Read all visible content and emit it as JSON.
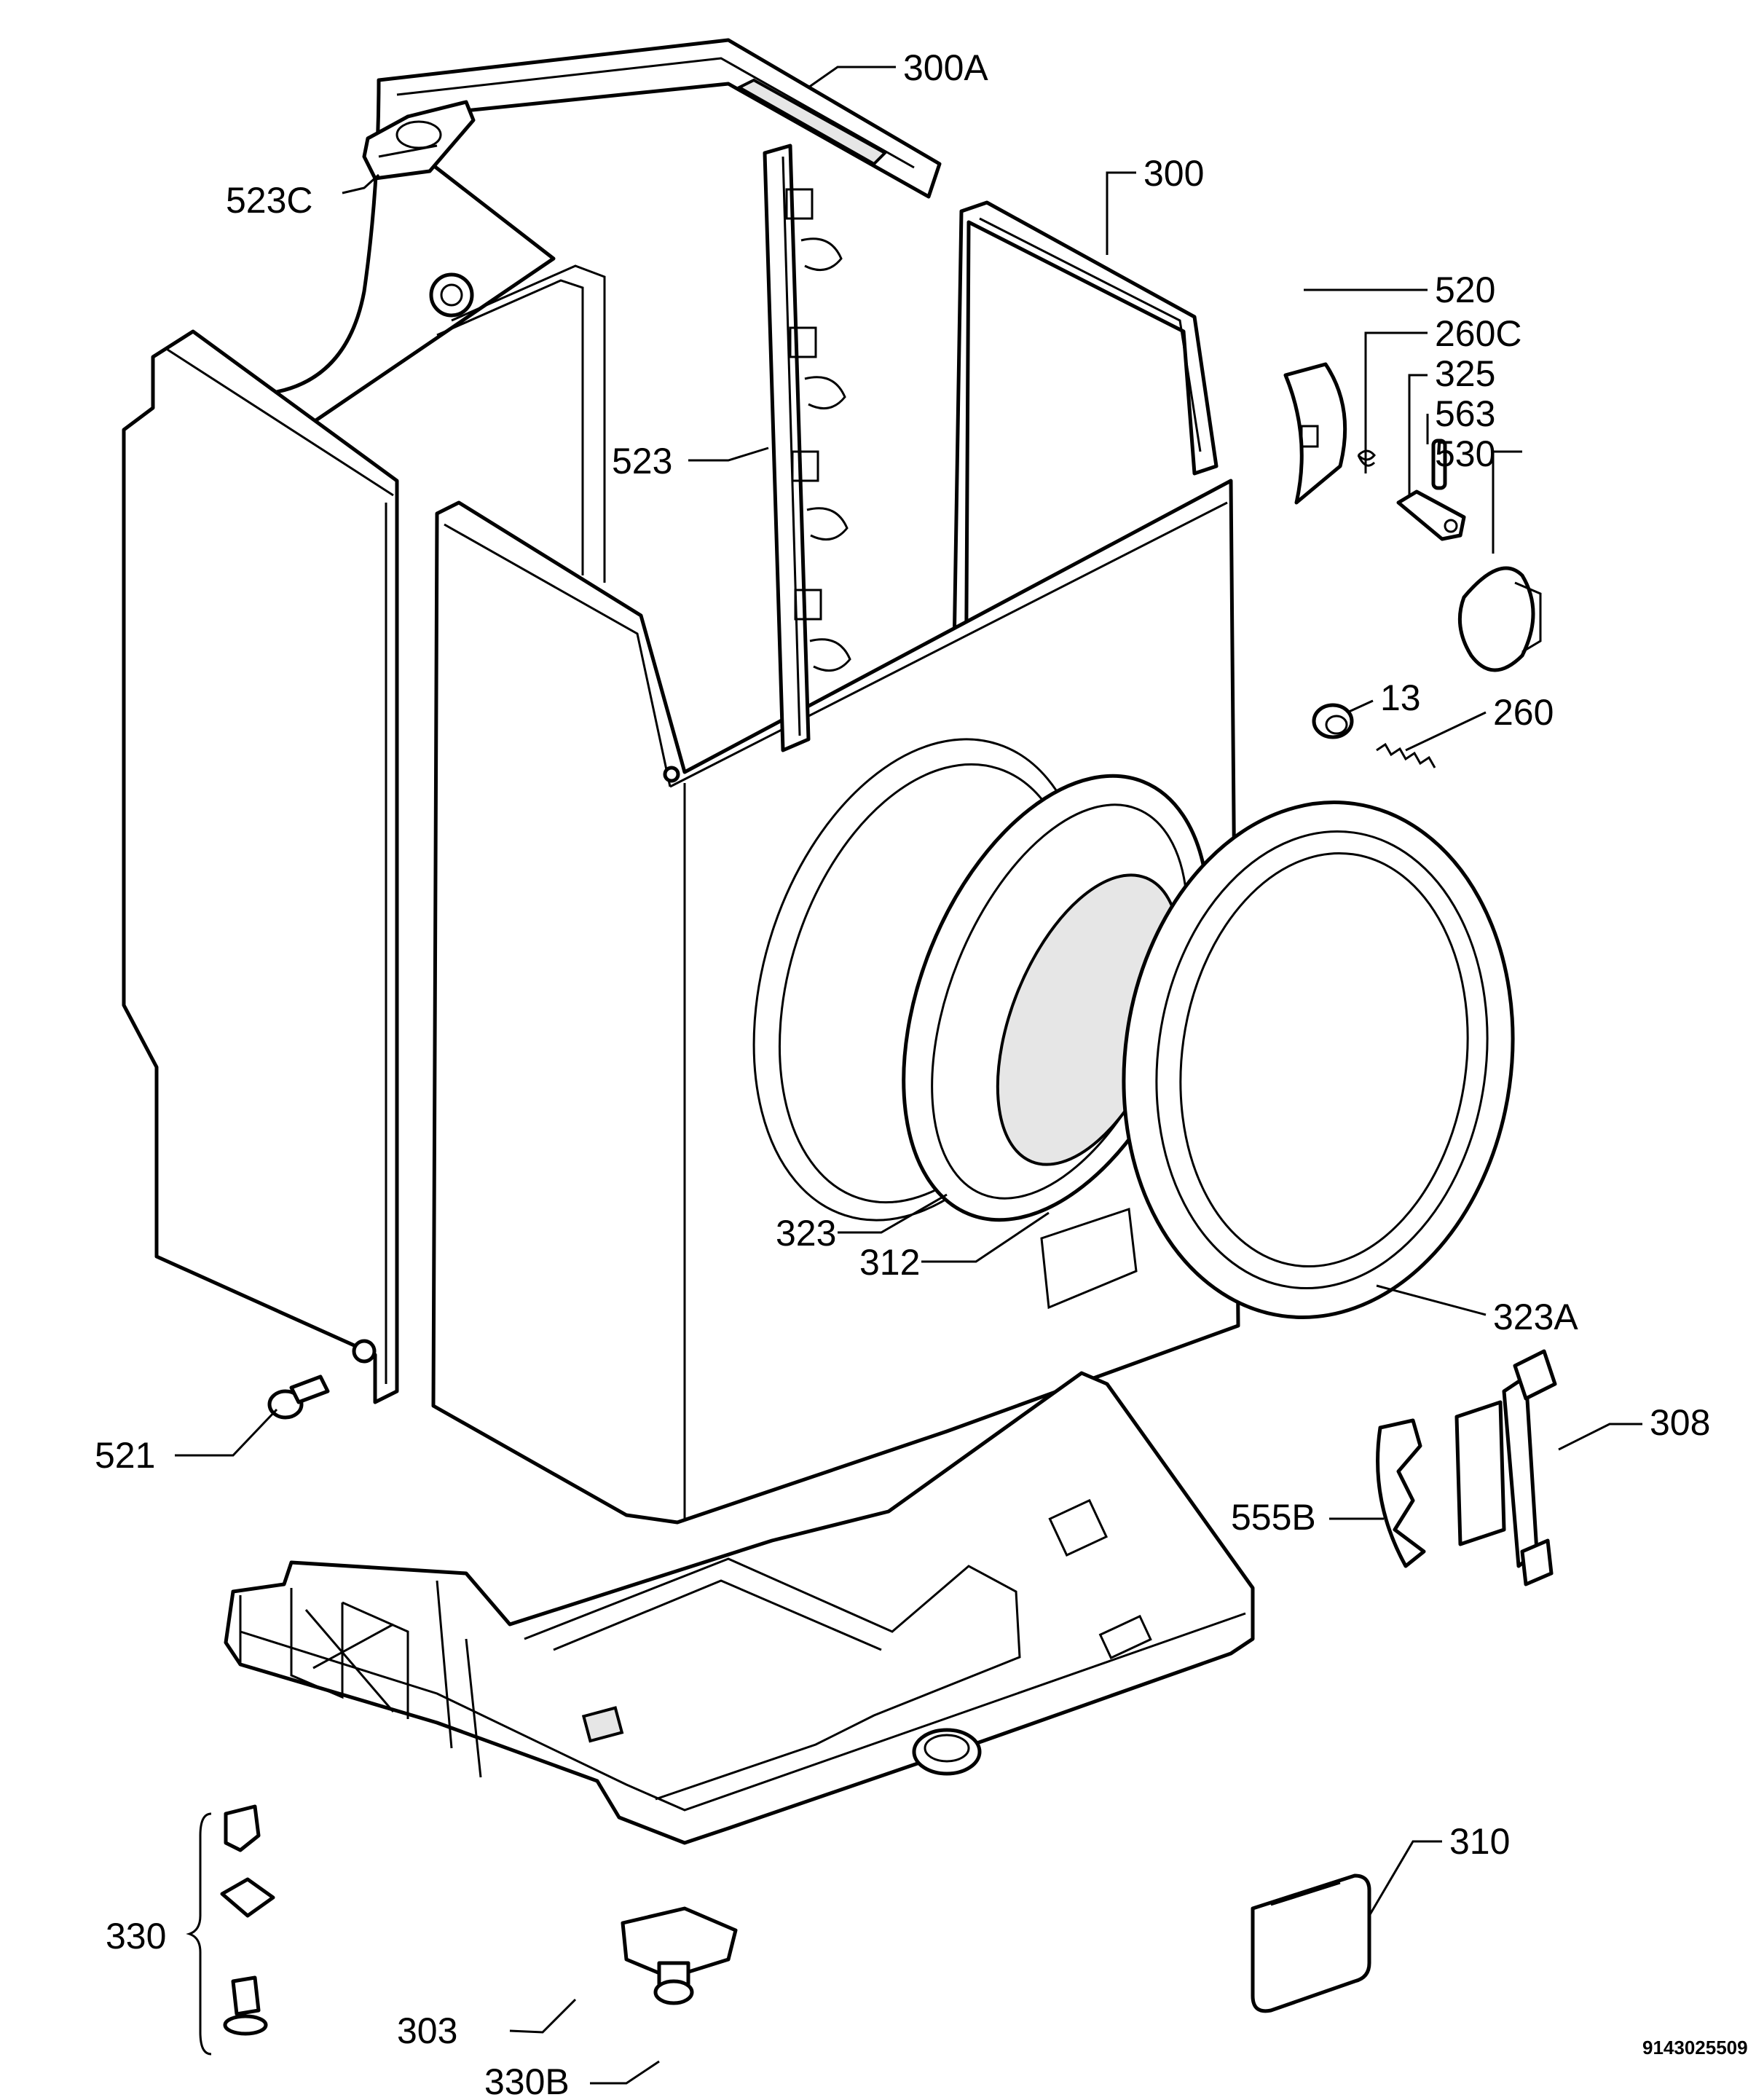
{
  "document_code": "9143025509",
  "labels": {
    "l300A": "300A",
    "l523C": "523C",
    "l300": "300",
    "l520": "520",
    "l260C": "260C",
    "l325": "325",
    "l563": "563",
    "l530": "530",
    "l523": "523",
    "l13": "13",
    "l260": "260",
    "l323": "323",
    "l312": "312",
    "l323A": "323A",
    "l521": "521",
    "l308": "308",
    "l555B": "555B",
    "l330": "330",
    "l310": "310",
    "l303": "303",
    "l330B": "330B"
  }
}
